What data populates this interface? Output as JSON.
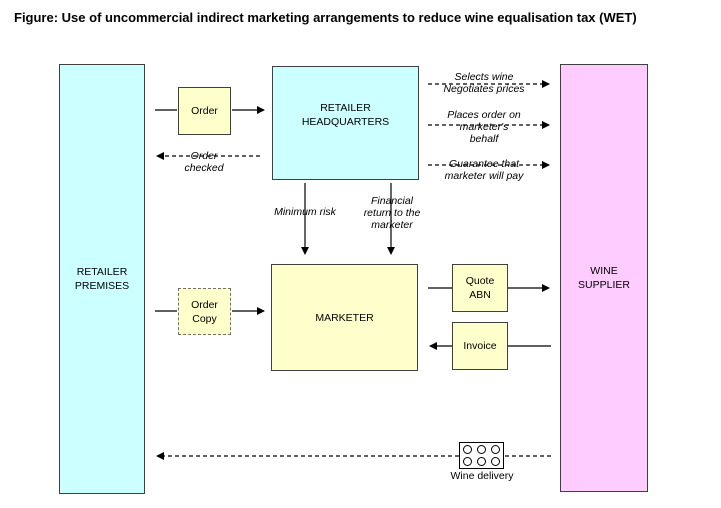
{
  "title": "Figure: Use of uncommercial indirect marketing arrangements to reduce wine equalisation tax (WET)",
  "boxes": {
    "retailer_premises": [
      "RETAILER",
      "PREMISES"
    ],
    "wine_supplier": [
      "WINE",
      "SUPPLIER"
    ],
    "retailer_headquarters": [
      "RETAILER",
      "HEADQUARTERS"
    ],
    "marketer": "MARKETER",
    "order": "Order",
    "order_copy": [
      "Order",
      "Copy"
    ],
    "quote_abn": [
      "Quote",
      "ABN"
    ],
    "invoice": "Invoice"
  },
  "labels": {
    "order_checked": [
      "Order",
      "checked"
    ],
    "selects_wine": [
      "Selects wine",
      "Negotiates prices"
    ],
    "places_order": [
      "Places order on",
      "marketer's",
      "behalf"
    ],
    "guarantee": [
      "Guarantee that",
      "marketer will pay"
    ],
    "minimum_risk": "Minimum risk",
    "financial_return": [
      "Financial",
      "return to the",
      "marketer"
    ],
    "wine_delivery": "Wine delivery"
  }
}
